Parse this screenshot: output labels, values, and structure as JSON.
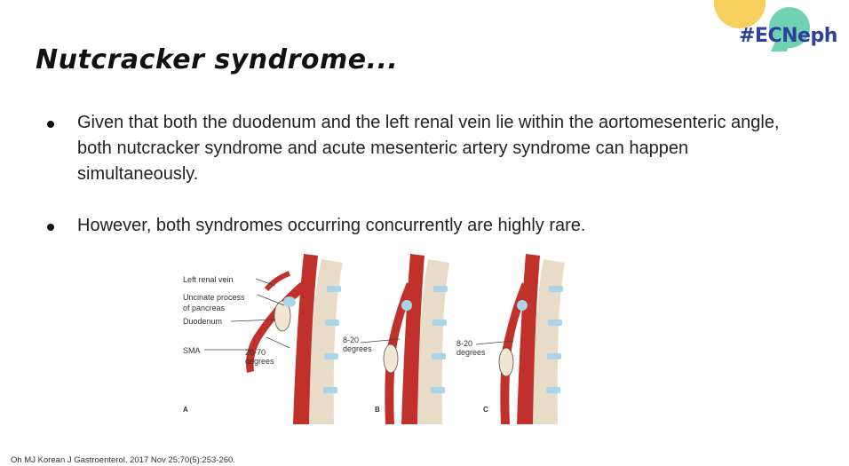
{
  "logo": {
    "text": "#ECNeph"
  },
  "title": "Nutcracker syndrome...",
  "bullets": [
    "Given that both the duodenum and the left renal vein lie within the aortomesenteric angle, both nutcracker syndrome and acute mesenteric artery syndrome can happen simultaneously.",
    "However, both syndromes occurring concurrently are highly rare."
  ],
  "figure": {
    "labels": {
      "left_renal_vein": "Left renal vein",
      "uncinate_process_1": "Uncinate process",
      "uncinate_process_2": "of pancreas",
      "duodenum": "Duodenum",
      "sma": "SMA",
      "angle_a_1": "20-70",
      "angle_a_2": "degrees",
      "angle_b_1": "8-20",
      "angle_b_2": "degrees",
      "angle_c_1": "8-20",
      "angle_c_2": "degrees"
    },
    "panels": [
      "A",
      "B",
      "C"
    ],
    "colors": {
      "artery": "#c0312b",
      "vertebra": "#a9d4ea",
      "bone": "#e8dcc8"
    }
  },
  "citation": "Oh MJ Korean J Gastroenterol. 2017 Nov 25;70(5):253-260."
}
